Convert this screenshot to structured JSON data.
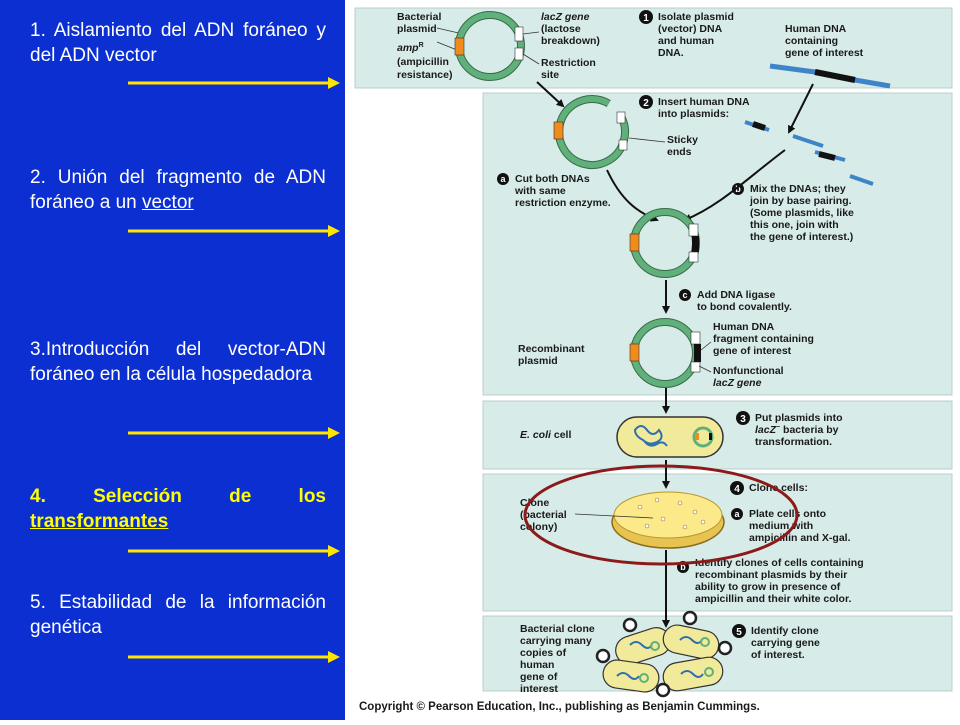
{
  "steps": [
    {
      "text": "1. Aislamiento del ADN foráneo y del ADN vector"
    },
    {
      "pre": "2. Unión del fragmento de ADN foráneo a un ",
      "link": "vector"
    },
    {
      "text": "3.Introducción del vector-ADN foráneo en la célula hospedadora"
    },
    {
      "pre": "4. Selección de los ",
      "link": "transformantes"
    },
    {
      "text": "5. Estabilidad de la información genética"
    }
  ],
  "figure": {
    "panel1": {
      "bacterial_plasmid_1": "Bacterial",
      "bacterial_plasmid_2": "plasmid",
      "lacz_1": "lacZ gene",
      "lacz_2": "(lactose",
      "lacz_3": "breakdown)",
      "ampr_1": "amp",
      "ampr_sup": "R",
      "ampr_2": "(ampicillin",
      "ampr_3": "resistance)",
      "site_1": "Restriction",
      "site_2": "site",
      "num": "1",
      "isolate_1": "Isolate plasmid",
      "isolate_2": "(vector) DNA",
      "isolate_3": "and human",
      "isolate_4": "DNA.",
      "human_1": "Human DNA",
      "human_2": "containing",
      "human_3": "gene of interest"
    },
    "panel2": {
      "num": "2",
      "insert_1": "Insert human DNA",
      "insert_2": "into plasmids:",
      "sticky_1": "Sticky",
      "sticky_2": "ends",
      "a": "a",
      "cut_1": "Cut both DNAs",
      "cut_2": "with same",
      "cut_3": "restriction enzyme.",
      "b": "b",
      "mix_1": "Mix the DNAs; they",
      "mix_2": "join by base pairing.",
      "mix_3": "(Some plasmids, like",
      "mix_4": "this one, join with",
      "mix_5": "the gene of interest.)",
      "c": "c",
      "ligase_1": "Add DNA ligase",
      "ligase_2": "to bond covalently.",
      "recomb_1": "Recombinant",
      "recomb_2": "plasmid",
      "frag_1": "Human DNA",
      "frag_2": "fragment containing",
      "frag_3": "gene of interest",
      "nonf_1": "Nonfunctional",
      "nonf_2": "lacZ gene"
    },
    "panel3": {
      "ecoli_1": "E. coli",
      "ecoli_2": " cell",
      "num": "3",
      "put_1": "Put plasmids into",
      "put_2a": "lacZ",
      "put_2sup": "−",
      "put_2b": " bacteria by",
      "put_3": "transformation."
    },
    "panel4": {
      "clone_1": "Clone",
      "clone_2": "(bacterial",
      "clone_3": "colony)",
      "num": "4",
      "title": "Clone cells:",
      "a": "a",
      "plate_1": "Plate cells onto",
      "plate_2": "medium with",
      "plate_3": "ampicillin and X-gal.",
      "b": "b",
      "ident_1": "Identify clones of cells containing",
      "ident_2": "recombinant plasmids by their",
      "ident_3": "ability to grow in presence of",
      "ident_4": "ampicillin and their white color."
    },
    "panel5": {
      "bc_1": "Bacterial clone",
      "bc_2": "carrying many",
      "bc_3": "copies of",
      "bc_4": "human",
      "bc_5": "gene of",
      "bc_6": "interest",
      "num": "5",
      "id_1": "Identify clone",
      "id_2": "carrying gene",
      "id_3": "of interest."
    },
    "copyright": "Copyright © Pearson Education, Inc., publishing as Benjamin Cummings."
  },
  "colors": {
    "left_panel": "#0b2fd1",
    "highlight_text": "#ffff00",
    "arrow": "#ffe600",
    "panel_bg": "#d7ebe8",
    "plasmid": "#5fb07a",
    "amp_gene": "#f08c1e",
    "ellipse": "#8b1a1a"
  }
}
